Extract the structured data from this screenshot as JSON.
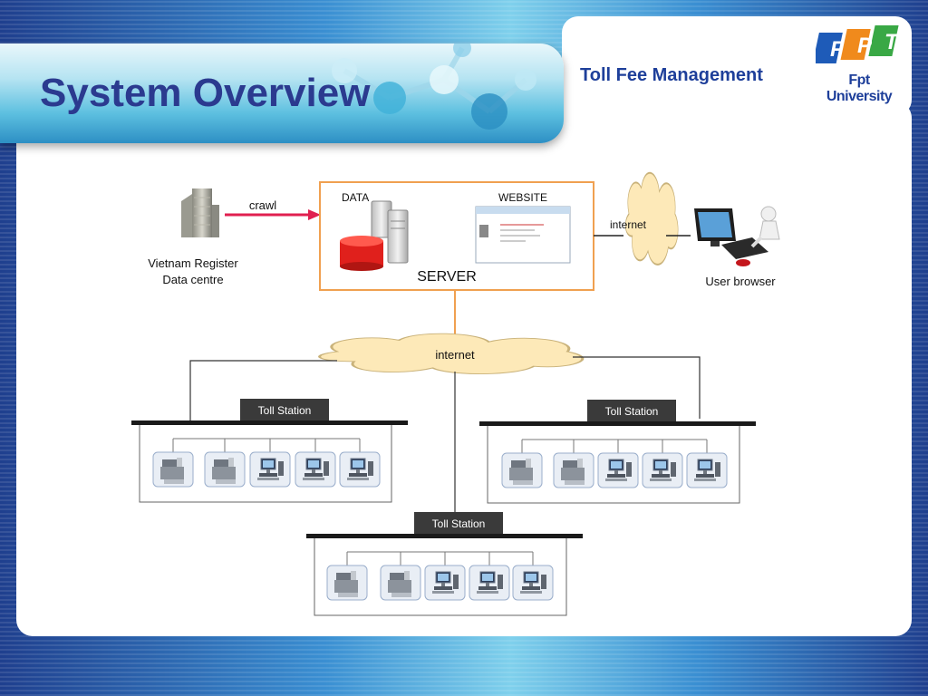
{
  "slide": {
    "title": "System Overview",
    "subtitle": "Toll Fee Management",
    "logo": {
      "letters": [
        "F",
        "P",
        "T"
      ],
      "caption": "Fpt University",
      "colors": {
        "F": "#1e5bb8",
        "P": "#f08a1c",
        "T": "#39a845"
      }
    }
  },
  "diagram": {
    "source_label": "Vietnam Register Data centre",
    "source_label_lines": [
      "Vietnam Register",
      "Data centre"
    ],
    "crawl_label": "crawl",
    "server": {
      "label": "SERVER",
      "data_label": "DATA",
      "website_label": "WEBSITE"
    },
    "cloud_top_label": "internet",
    "cloud_mid_label": "internet",
    "user_label": "User browser",
    "stations": [
      {
        "label": "Toll Station",
        "devices": [
          "kiosk",
          "kiosk",
          "desktop",
          "desktop",
          "desktop"
        ]
      },
      {
        "label": "Toll Station",
        "devices": [
          "kiosk",
          "kiosk",
          "desktop",
          "desktop",
          "desktop"
        ]
      },
      {
        "label": "Toll Station",
        "devices": [
          "kiosk",
          "kiosk",
          "desktop",
          "desktop",
          "desktop"
        ]
      }
    ]
  },
  "colors": {
    "title": "#2b3a8f",
    "server_border": "#f0a050",
    "crawl_arrow": "#e02050",
    "cloud_fill": "#fde9b8",
    "station_bar": "#1a1a1a",
    "station_tab": "#3a3a3a",
    "db_red": "#e0201c"
  }
}
